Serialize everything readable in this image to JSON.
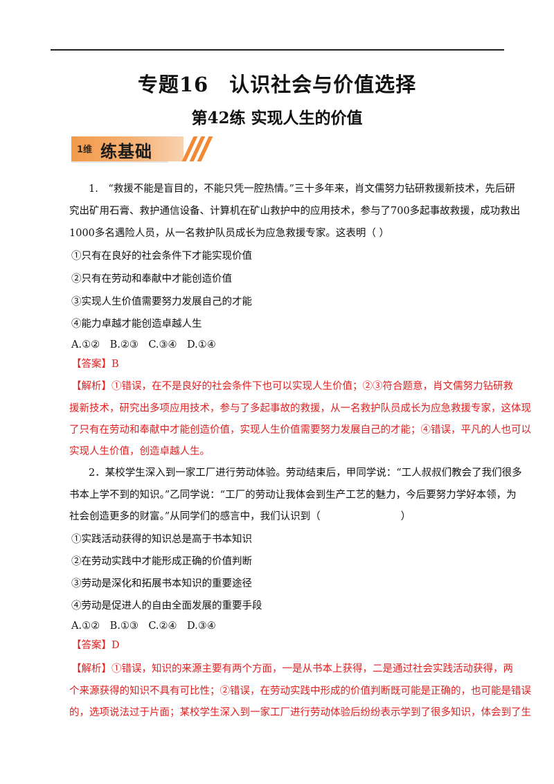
{
  "header": {
    "title": "专题16　认识社会与价值选择",
    "subtitle": "第42练  实现人生的价值",
    "banner_badge": "1维",
    "banner_label": "练基础"
  },
  "q1": {
    "stem": [
      "1.　“救援不能是盲目的，不能只凭一腔热情。”三十多年来，肖文儒努力钻研救援新技术，先后研",
      "究出矿用石膏、救护通信设备、计算机在矿山救护中的应用技术，参与了700多起事故救援，成功救出",
      "1000多名遇险人员，从一名救护队员成长为应急救援专家。这表明（  ）"
    ],
    "options": [
      "①只有在良好的社会条件下才能实现价值",
      "②只有在劳动和奉献中才能创造价值",
      "③实现人生价值需要努力发展自己的才能",
      "④能力卓越才能创造卓越人生"
    ],
    "choices": "A.①②　B.②③　C.③④　D.①④",
    "answer": "【答案】B",
    "analysis": [
      "【解析】①错误，在不是良好的社会条件下也可以实现人生价值；②③符合题意，肖文儒努力钻研救",
      "援新技术，研究出多项应用技术，参与了多起事故的救援，从一名救护队员成长为应急救援专家，这体现",
      "了只有在劳动和奉献中才能创造价值，实现人生价值需要努力发展自己的才能；④错误，平凡的人也可以",
      "实现人生价值，创造卓越人生。"
    ]
  },
  "q2": {
    "stem": [
      "2．某校学生深入到一家工厂进行劳动体验。劳动结束后，甲同学说：“工人叔叔们教会了我们很多",
      "书本上学不到的知识。”乙同学说：“工厂的劳动让我体会到生产工艺的魅力，今后要努力学好本领，为",
      "社会创造更多的财富。”从同学们的感言中，我们认识到（　　　　　　　　）"
    ],
    "options": [
      "①实践活动获得的知识总是高于书本知识",
      "②在劳动实践中才能形成正确的价值判断",
      "③劳动是深化和拓展书本知识的重要途径",
      "④劳动是促进人的自由全面发展的重要手段"
    ],
    "choices": "A.①②　B.①③　C.②④　D.③④",
    "answer": "【答案】D",
    "analysis": [
      "【解析】①错误，知识的来源主要有两个方面，一是从书本上获得，二是通过社会实践活动获得，两",
      "个来源获得的知识不具有可比性；②错误，在劳动实践中形成的价值判断既可能是正确的，也可能是错误",
      "的，选项说法过于片面；某校学生深入到一家工厂进行劳动体验后纷纷表示学到了很多知识，体会到了生"
    ]
  }
}
